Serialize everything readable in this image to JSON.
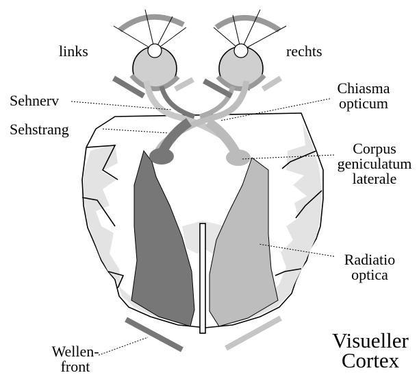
{
  "labels": {
    "links": "links",
    "rechts": "rechts",
    "sehnerv": "Sehnerv",
    "sehstrang": "Sehstrang",
    "chiasma_line1": "Chiasma",
    "chiasma_line2": "opticum",
    "corpus_line1": "Corpus",
    "corpus_line2": "geniculatum",
    "corpus_line3": "laterale",
    "radiatio_line1": "Radiatio",
    "radiatio_line2": "optica",
    "wellen_line1": "Wellen-",
    "wellen_line2": "front",
    "visueller_line1": "Visueller",
    "visueller_line2": "Cortex"
  },
  "colors": {
    "outline": "#000000",
    "cortex_light": "#e3e3e3",
    "pathway_dark": "#777777",
    "pathway_light": "#bdbdbd",
    "optic_nerve_light": "#cccccc",
    "eye_fill": "#cfcfcf",
    "wavefront_dark": "#7a7a7a",
    "wavefront_light": "#c5c5c5"
  }
}
